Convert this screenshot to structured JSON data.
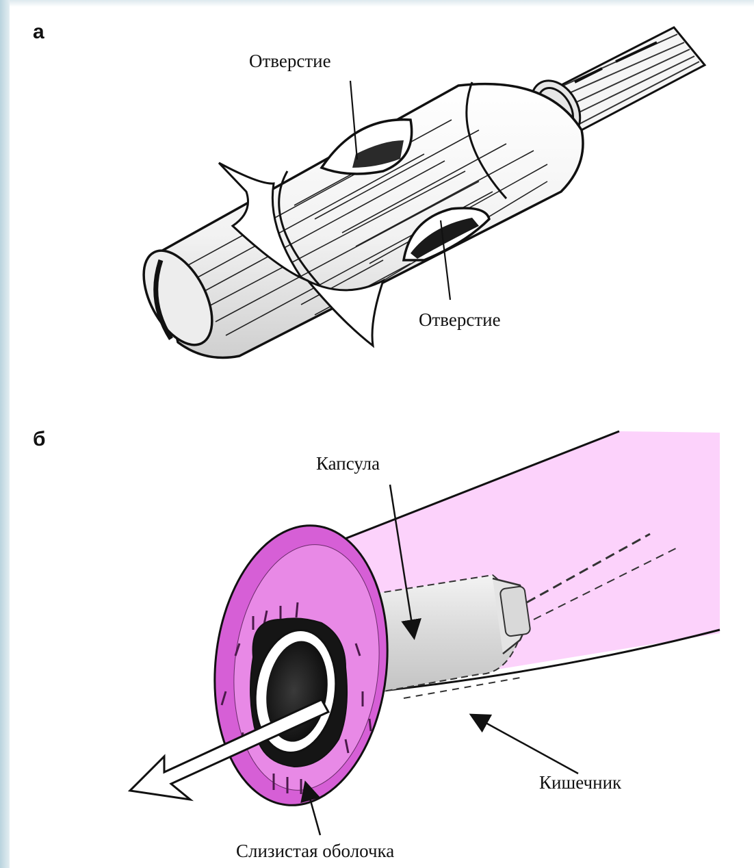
{
  "panel_a": {
    "letter": "а",
    "label_hole_top": "Отверстие",
    "label_hole_bottom": "Отверстие"
  },
  "panel_b": {
    "letter": "б",
    "label_capsule": "Капсула",
    "label_intestine": "Кишечник",
    "label_mucosa": "Слизистая оболочка"
  },
  "colors": {
    "intestine_fill": "#fcd2fb",
    "mucosa_fill": "#d65fd6",
    "ink": "#111111"
  }
}
